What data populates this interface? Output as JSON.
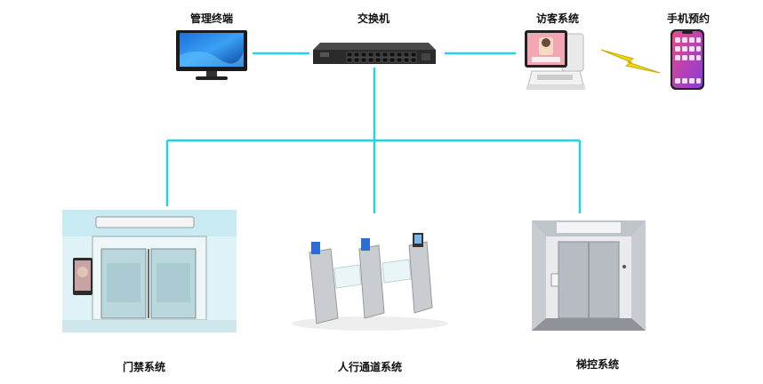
{
  "diagram": {
    "line_color": "#22d3e6",
    "nodes": {
      "management": {
        "label": "管理终端"
      },
      "switch": {
        "label": "交换机"
      },
      "visitor": {
        "label": "访客系统"
      },
      "phone": {
        "label": "手机预约"
      },
      "door": {
        "label": "门禁系统"
      },
      "turnstile": {
        "label": "人行通道系统"
      },
      "elevator": {
        "label": "梯控系统"
      }
    }
  }
}
